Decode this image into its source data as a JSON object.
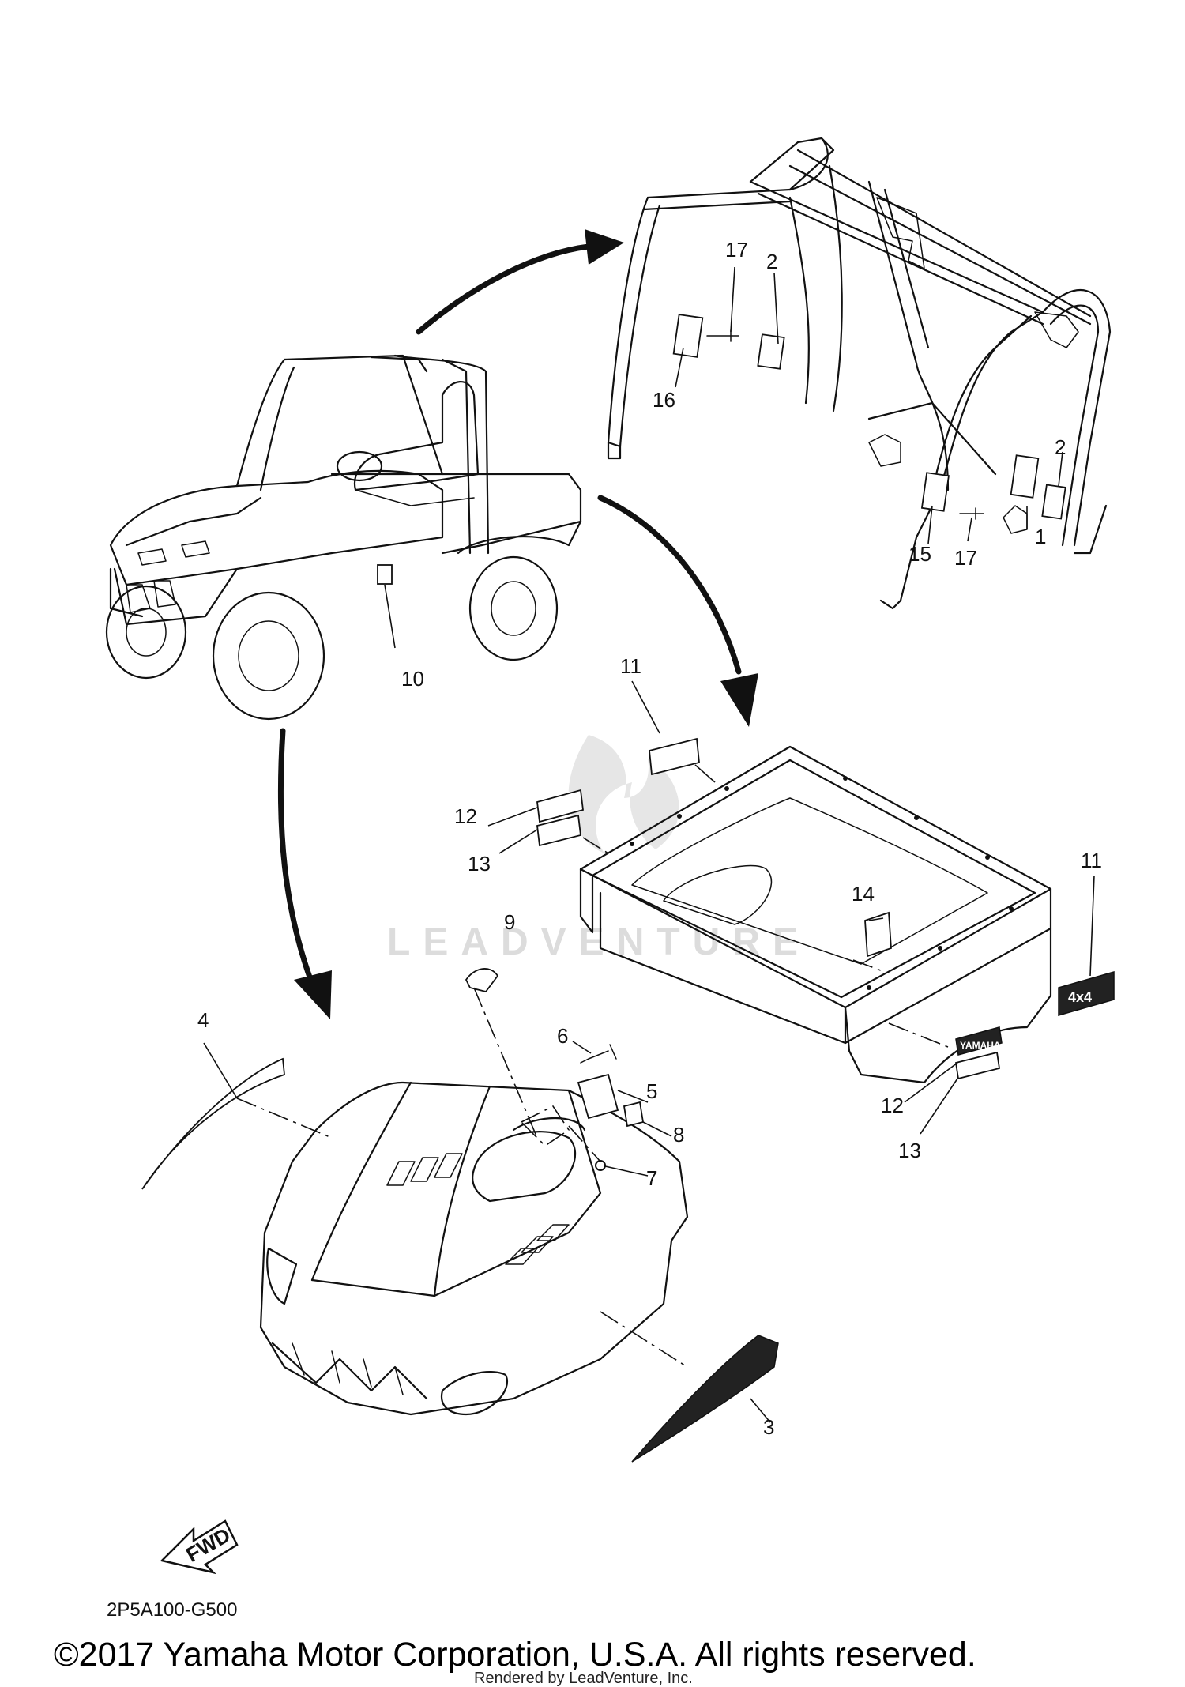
{
  "callouts": {
    "c1": "1",
    "c2a": "2",
    "c2b": "2",
    "c3": "3",
    "c4": "4",
    "c5": "5",
    "c6": "6",
    "c7": "7",
    "c8": "8",
    "c9": "9",
    "c10": "10",
    "c11a": "11",
    "c11b": "11",
    "c12a": "12",
    "c12b": "12",
    "c13a": "13",
    "c13b": "13",
    "c14": "14",
    "c15": "15",
    "c16": "16",
    "c17a": "17",
    "c17b": "17"
  },
  "fwd_label": "FWD",
  "diagram_code": "2P5A100-G500",
  "copyright": "©2017 Yamaha Motor Corporation, U.S.A. All rights reserved.",
  "rendered_by": "Rendered by LeadVenture, Inc.",
  "watermark": "LEADVENTURE",
  "decal_texts": {
    "yamaha": "YAMAHA",
    "badge": "4x4"
  }
}
